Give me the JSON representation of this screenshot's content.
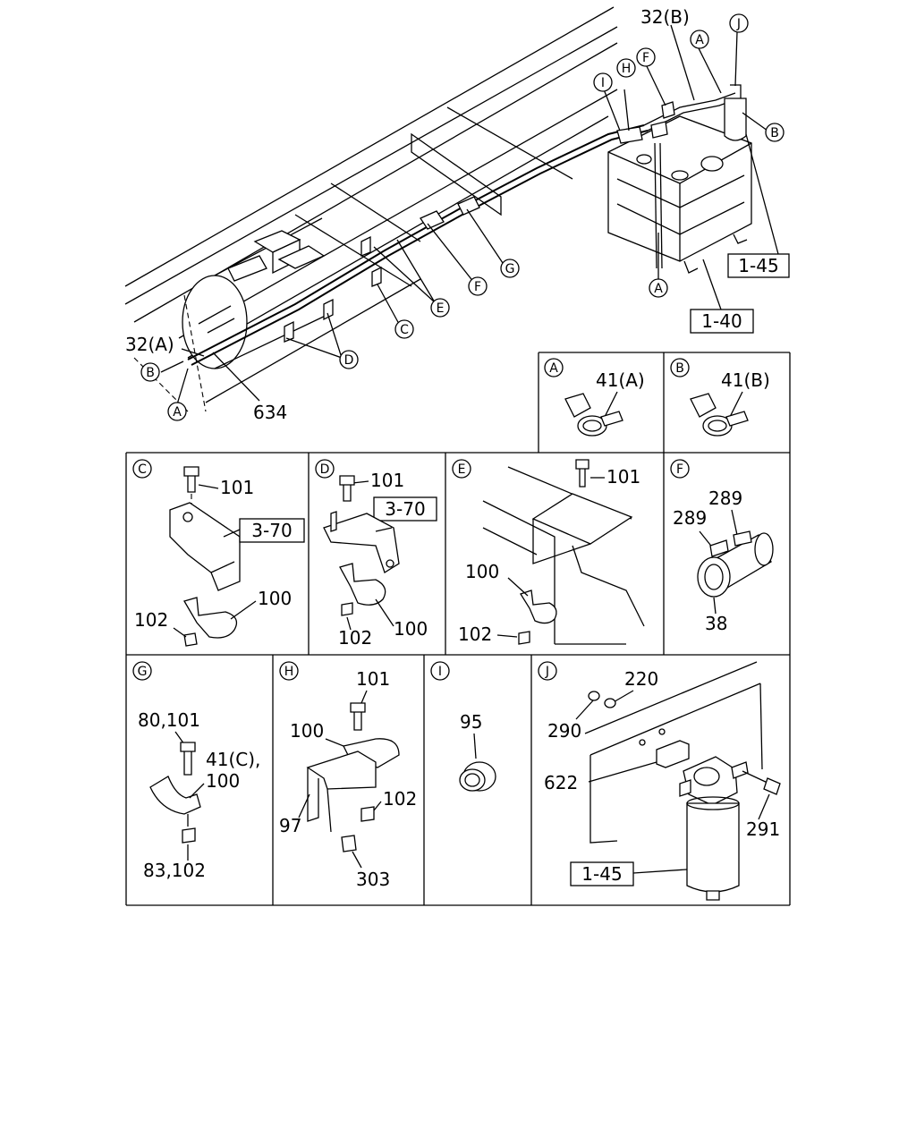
{
  "main": {
    "callouts": {
      "c32a": "32(A)",
      "c32b": "32(B)",
      "c634": "634",
      "ref_1_45": "1-45",
      "ref_1_40": "1-40",
      "A": "A",
      "B": "B",
      "C": "C",
      "D": "D",
      "E": "E",
      "F": "F",
      "G": "G",
      "H": "H",
      "I": "I",
      "J": "J"
    }
  },
  "panels": {
    "A": {
      "letter": "A",
      "part": "41(A)"
    },
    "B": {
      "letter": "B",
      "part": "41(B)"
    },
    "C": {
      "letter": "C",
      "p101": "101",
      "ref": "3-70",
      "p100": "100",
      "p102": "102"
    },
    "D": {
      "letter": "D",
      "p101": "101",
      "ref": "3-70",
      "p102": "102",
      "p100": "100"
    },
    "E": {
      "letter": "E",
      "p101": "101",
      "p100": "100",
      "p102": "102"
    },
    "F": {
      "letter": "F",
      "p289a": "289",
      "p289b": "289",
      "p38": "38"
    },
    "G": {
      "letter": "G",
      "p80_101": "80,101",
      "p41c": "41(C),",
      "p100": "100",
      "p83_102": "83,102"
    },
    "H": {
      "letter": "H",
      "p101": "101",
      "p100": "100",
      "p102": "102",
      "p97": "97",
      "p303": "303"
    },
    "I": {
      "letter": "I",
      "p95": "95"
    },
    "J": {
      "letter": "J",
      "p220": "220",
      "p290": "290",
      "p622": "622",
      "p291": "291",
      "ref": "1-45"
    }
  }
}
